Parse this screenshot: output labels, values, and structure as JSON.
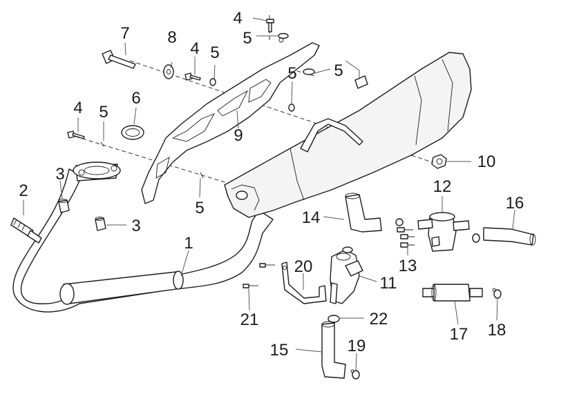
{
  "callouts": {
    "c1": "1",
    "c2": "2",
    "c3a": "3",
    "c3b": "3",
    "c4a": "4",
    "c4b": "4",
    "c4c": "4",
    "c5a": "5",
    "c5b": "5",
    "c5c": "5",
    "c5d": "5",
    "c5e": "5",
    "c5f": "5",
    "c6": "6",
    "c7": "7",
    "c8": "8",
    "c9": "9",
    "c10": "10",
    "c11": "11",
    "c12": "12",
    "c13": "13",
    "c14": "14",
    "c15": "15",
    "c16": "16",
    "c17": "17",
    "c18": "18",
    "c19": "19",
    "c20": "20",
    "c21": "21",
    "c22": "22"
  }
}
